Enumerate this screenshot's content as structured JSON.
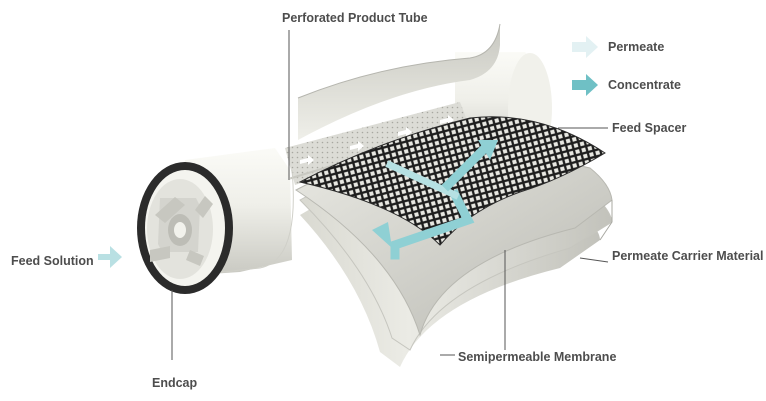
{
  "labels": {
    "perforated_product_tube": "Perforated Product Tube",
    "permeate": "Permeate",
    "concentrate": "Concentrate",
    "feed_spacer": "Feed Spacer",
    "feed_solution": "Feed Solution",
    "permeate_carrier_material": "Permeate Carrier Material",
    "semipermeable_membrane": "Semipermeable Membrane",
    "endcap": "Endcap"
  },
  "colors": {
    "permeate_arrow": "#e3f1f3",
    "concentrate_arrow": "#6fc0c5",
    "feed_arrow": "#b9e0e3",
    "label_text": "#4d4d4d",
    "leader_line": "#555555"
  }
}
